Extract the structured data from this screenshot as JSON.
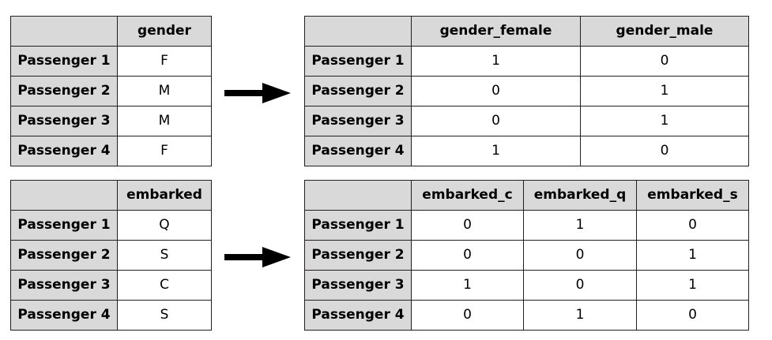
{
  "gender_table": {
    "column": "gender",
    "rows": [
      {
        "label": "Passenger 1",
        "value": "F"
      },
      {
        "label": "Passenger 2",
        "value": "M"
      },
      {
        "label": "Passenger 3",
        "value": "M"
      },
      {
        "label": "Passenger 4",
        "value": "F"
      }
    ]
  },
  "gender_encoded": {
    "columns": [
      "gender_female",
      "gender_male"
    ],
    "rows": [
      {
        "label": "Passenger 1",
        "values": [
          "1",
          "0"
        ]
      },
      {
        "label": "Passenger 2",
        "values": [
          "0",
          "1"
        ]
      },
      {
        "label": "Passenger 3",
        "values": [
          "0",
          "1"
        ]
      },
      {
        "label": "Passenger 4",
        "values": [
          "1",
          "0"
        ]
      }
    ]
  },
  "embarked_table": {
    "column": "embarked",
    "rows": [
      {
        "label": "Passenger 1",
        "value": "Q"
      },
      {
        "label": "Passenger 2",
        "value": "S"
      },
      {
        "label": "Passenger 3",
        "value": "C"
      },
      {
        "label": "Passenger 4",
        "value": "S"
      }
    ]
  },
  "embarked_encoded": {
    "columns": [
      "embarked_c",
      "embarked_q",
      "embarked_s"
    ],
    "rows": [
      {
        "label": "Passenger 1",
        "values": [
          "0",
          "1",
          "0"
        ]
      },
      {
        "label": "Passenger 2",
        "values": [
          "0",
          "0",
          "1"
        ]
      },
      {
        "label": "Passenger 3",
        "values": [
          "1",
          "0",
          "1"
        ]
      },
      {
        "label": "Passenger 4",
        "values": [
          "0",
          "1",
          "0"
        ]
      }
    ]
  },
  "arrows": {
    "color": "#000000"
  },
  "colors": {
    "header_fill": "#d9d9d9",
    "border": "#231f20",
    "cell_fill": "#ffffff"
  }
}
